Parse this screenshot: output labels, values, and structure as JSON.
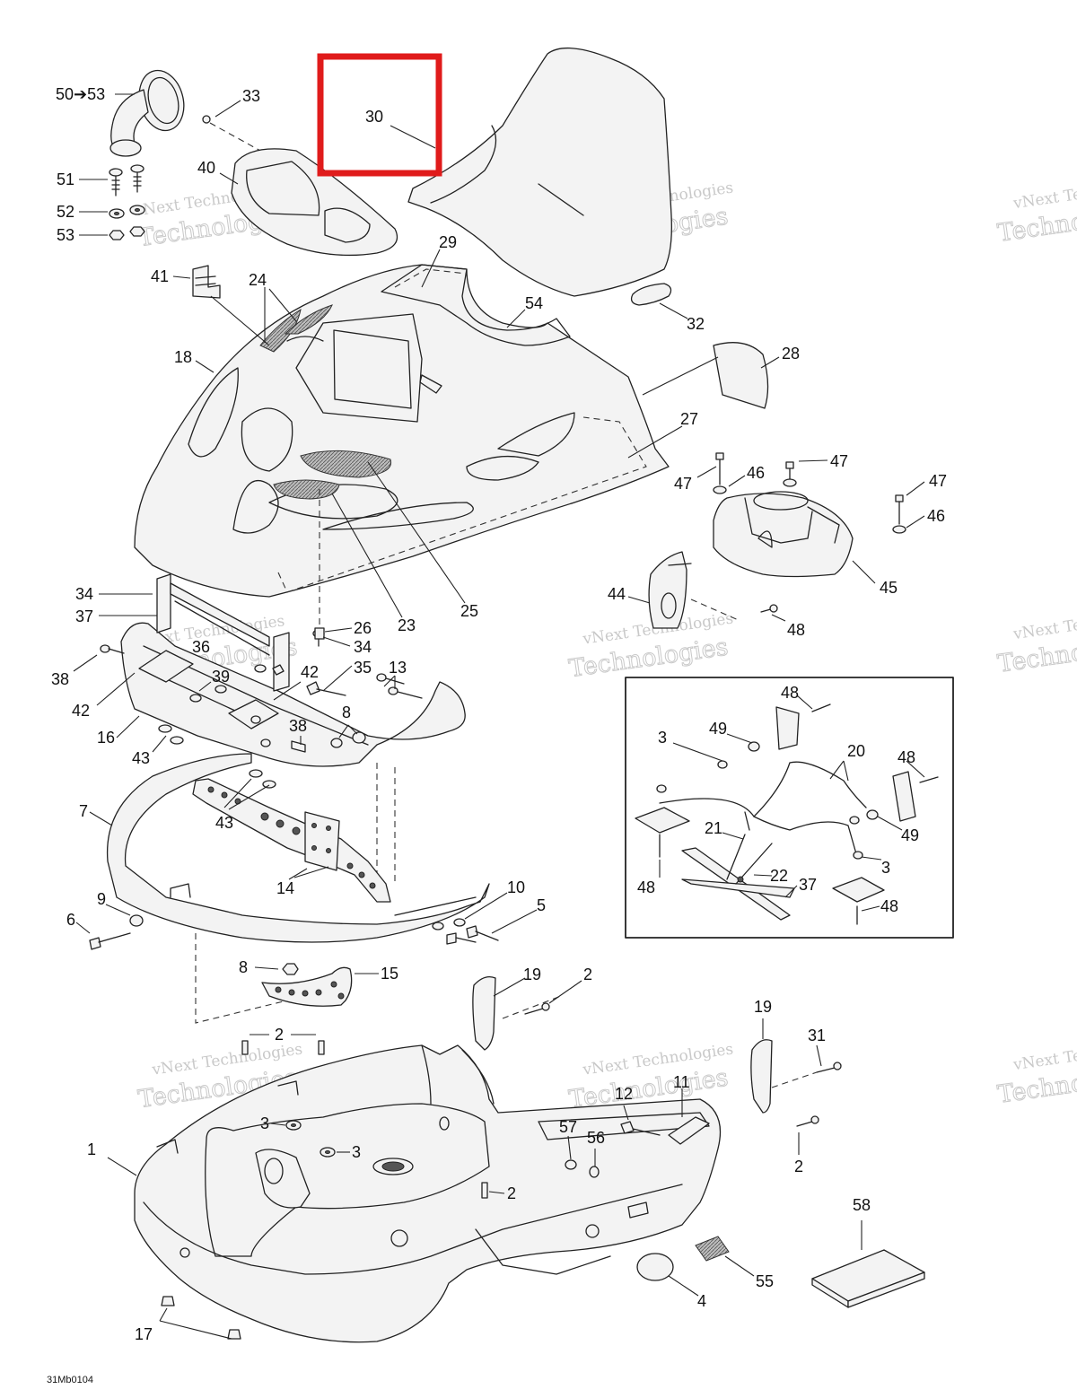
{
  "diagram": {
    "part_code": "31Mb0104",
    "watermark": {
      "line1": "vNext Technologies",
      "line2": "Technologies"
    },
    "highlight_color": "#e01b1b",
    "highlighted_callout": "30",
    "callouts": {
      "c50_53": "50➔53",
      "c33": "33",
      "c30": "30",
      "c40": "40",
      "c51": "51",
      "c52": "52",
      "c53": "53",
      "c29": "29",
      "c41": "41",
      "c24": "24",
      "c54": "54",
      "c32": "32",
      "c18": "18",
      "c28": "28",
      "c27": "27",
      "c47a": "47",
      "c46a": "46",
      "c47b": "47",
      "c47c": "47",
      "c46b": "46",
      "c45": "45",
      "c44": "44",
      "c48a": "48",
      "c34a": "34",
      "c37a": "37",
      "c26": "26",
      "c23": "23",
      "c25": "25",
      "c36": "36",
      "c34b": "34",
      "c35": "35",
      "c38a": "38",
      "c39": "39",
      "c42a": "42",
      "c42b": "42",
      "c13": "13",
      "c16": "16",
      "c43a": "43",
      "c38b": "38",
      "c8a": "8",
      "c7": "7",
      "c43b": "43",
      "c14": "14",
      "c9": "9",
      "c6": "6",
      "c10": "10",
      "c5": "5",
      "c8b": "8",
      "c15": "15",
      "c19a": "19",
      "c2a": "2",
      "c2b": "2",
      "c19b": "19",
      "c31": "31",
      "c1": "1",
      "c3a": "3",
      "c3b": "3",
      "c12": "12",
      "c11": "11",
      "c57": "57",
      "c56": "56",
      "c2c": "2",
      "c2d": "2",
      "c58": "58",
      "c55": "55",
      "c4": "4",
      "c17": "17",
      "i48a": "48",
      "i49a": "49",
      "i3a": "3",
      "i20": "20",
      "i48b": "48",
      "i21": "21",
      "i49b": "49",
      "i22": "22",
      "i3b": "3",
      "i48c": "48",
      "i37": "37",
      "i48d": "48"
    }
  }
}
